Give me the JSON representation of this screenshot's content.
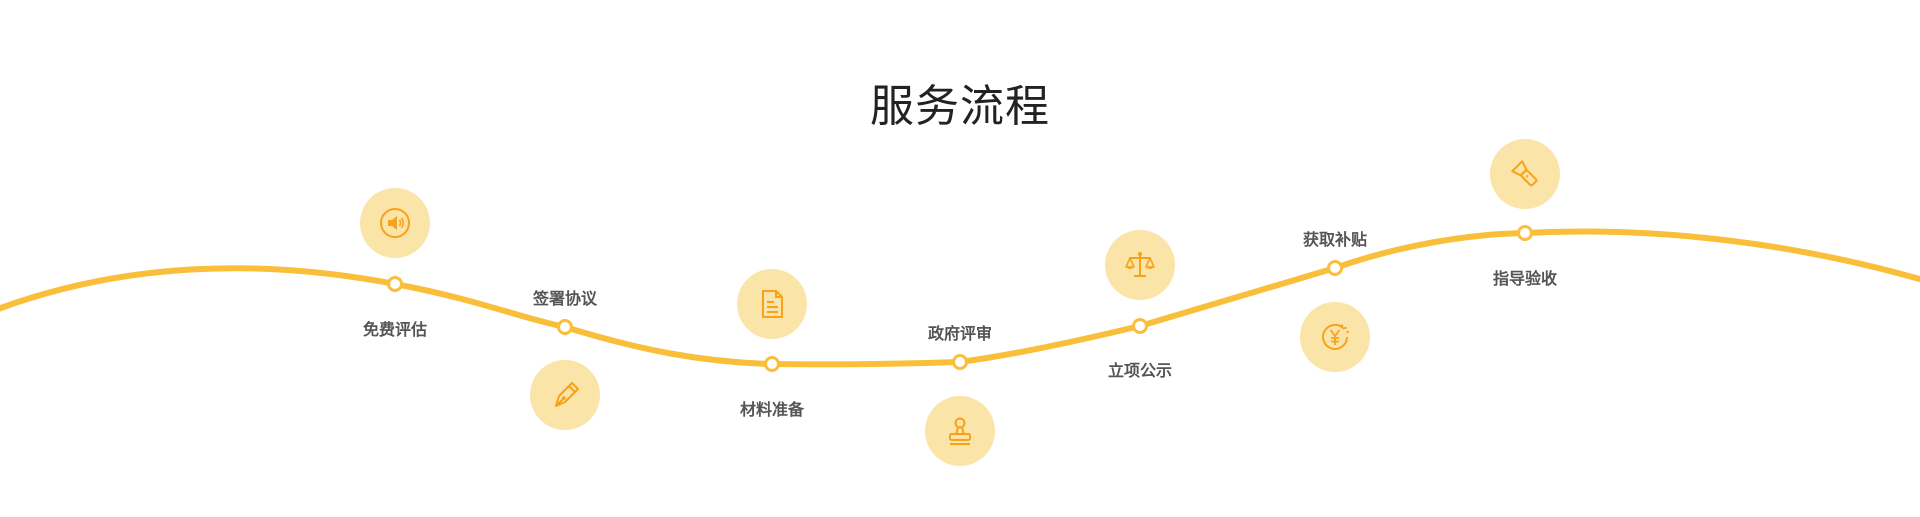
{
  "page": {
    "title": "服务流程"
  },
  "colors": {
    "accent": "#f9bf3b",
    "icon": "#f7a21a",
    "icon_bg": "#fbe4a8",
    "label": "#555555"
  },
  "steps": [
    {
      "label": "免费评估",
      "icon": "speaker-icon"
    },
    {
      "label": "签署协议",
      "icon": "pen-nib-icon"
    },
    {
      "label": "材料准备",
      "icon": "document-icon"
    },
    {
      "label": "政府评审",
      "icon": "stamp-icon"
    },
    {
      "label": "立项公示",
      "icon": "scale-icon"
    },
    {
      "label": "获取补贴",
      "icon": "yen-coin-icon"
    },
    {
      "label": "指导验收",
      "icon": "flashlight-icon"
    }
  ]
}
